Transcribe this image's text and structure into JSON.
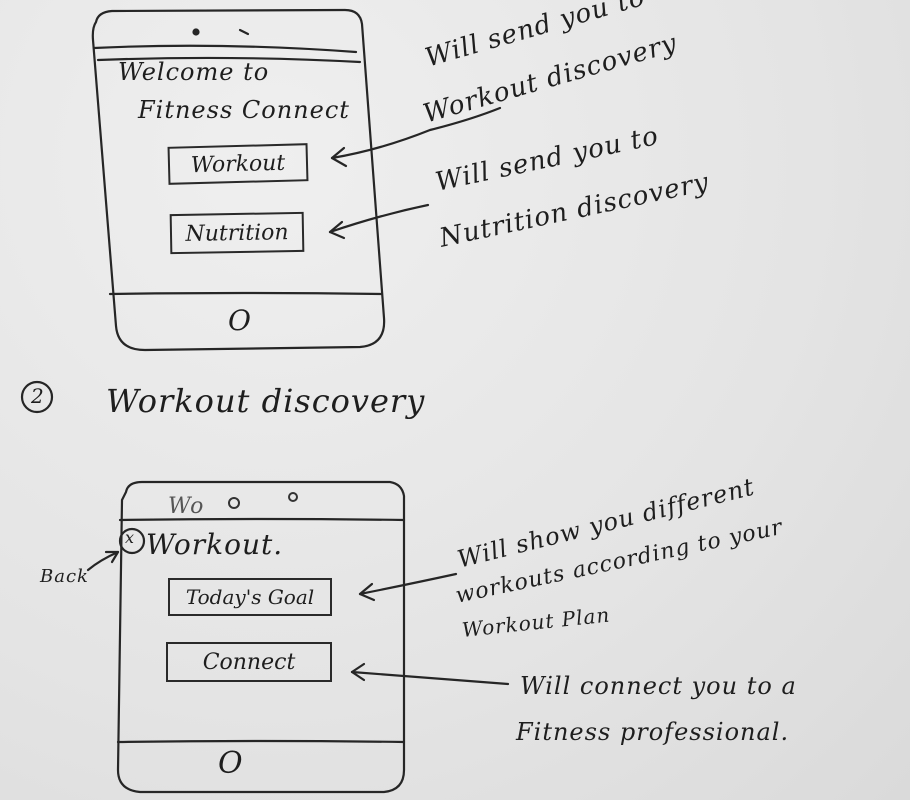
{
  "screen1": {
    "welcome_line1": "Welcome to",
    "welcome_line2": "Fitness Connect",
    "workout_button": "Workout",
    "nutrition_button": "Nutrition",
    "home_button": "O"
  },
  "annotations1": {
    "workout_line1": "Will send you to",
    "workout_line2": "Workout discovery",
    "nutrition_line1": "Will send you to",
    "nutrition_line2": "Nutrition discovery"
  },
  "section2": {
    "number": "2",
    "title": "Workout discovery"
  },
  "screen2": {
    "top_label": "Wo",
    "back_icon": "x",
    "header": "Workout.",
    "goal_button": "Today's Goal",
    "connect_button": "Connect",
    "home_button": "O"
  },
  "annotations2": {
    "back_label": "Back",
    "goal_line1": "Will show you different",
    "goal_line2": "workouts according to your",
    "goal_line3": "Workout Plan",
    "connect_line1": "Will connect you to a",
    "connect_line2": "Fitness professional."
  },
  "colors": {
    "ink": "#1e1e1e",
    "paper": "#e7e7e7"
  }
}
